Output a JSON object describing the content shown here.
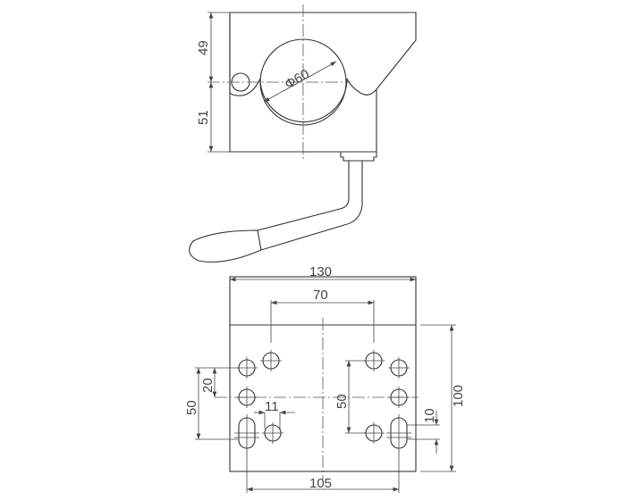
{
  "drawing": {
    "side_view": {
      "dim_upper": "49",
      "dim_lower": "51",
      "dim_diameter": "Φ60"
    },
    "plan_view": {
      "dim_total_width": "130",
      "dim_inner_holes": "70",
      "dim_slot_span": "105",
      "dim_height": "100",
      "dim_left_50": "50",
      "dim_left_20": "20",
      "dim_hole_offset": "11",
      "dim_right_50": "50",
      "dim_slot_10": "10"
    }
  }
}
